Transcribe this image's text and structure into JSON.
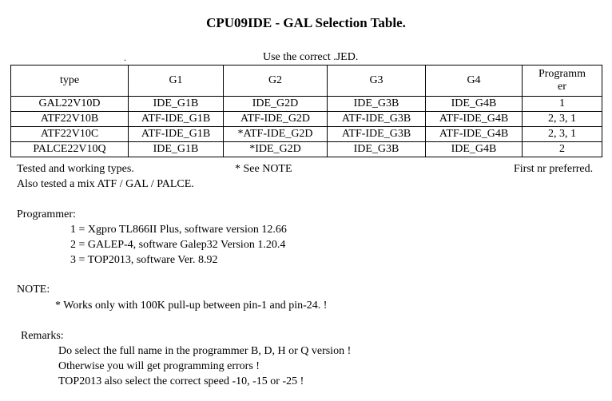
{
  "title": "CPU09IDE - GAL Selection Table.",
  "dot": ".",
  "use_jed": "Use the correct .JED.",
  "table": {
    "headers": [
      "type",
      "G1",
      "G2",
      "G3",
      "G4",
      "Programm",
      "er"
    ],
    "rows": [
      [
        "GAL22V10D",
        "IDE_G1B",
        "IDE_G2D",
        "IDE_G3B",
        "IDE_G4B",
        "1"
      ],
      [
        "ATF22V10B",
        "ATF-IDE_G1B",
        "ATF-IDE_G2D",
        "ATF-IDE_G3B",
        "ATF-IDE_G4B",
        "2, 3, 1"
      ],
      [
        "ATF22V10C",
        "ATF-IDE_G1B",
        "*ATF-IDE_G2D",
        "ATF-IDE_G3B",
        "ATF-IDE_G4B",
        "2, 3, 1"
      ],
      [
        "PALCE22V10Q",
        "IDE_G1B",
        "*IDE_G2D",
        "IDE_G3B",
        "IDE_G4B",
        "2"
      ]
    ]
  },
  "notes_line": {
    "tested": "Tested and working types.",
    "see_note": "* See NOTE",
    "first_nr": "First nr preferred."
  },
  "mix": "Also tested a mix ATF / GAL /  PALCE.",
  "programmer": {
    "label": "Programmer:",
    "items": [
      "1 = Xgpro TL866II Plus, software version 12.66",
      "2 = GALEP-4, software Galep32 Version 1.20.4",
      "3 = TOP2013, software  Ver. 8.92"
    ]
  },
  "note": {
    "label": "NOTE:",
    "text": "* Works only with 100K pull-up between pin-1 and pin-24. !"
  },
  "remarks": {
    "label": "Remarks:",
    "items": [
      "Do select the full name in the programmer B, D, H or Q version !",
      "Otherwise you will get programming errors !",
      "TOP2013 also select the correct speed -10, -15 or -25 !"
    ]
  }
}
